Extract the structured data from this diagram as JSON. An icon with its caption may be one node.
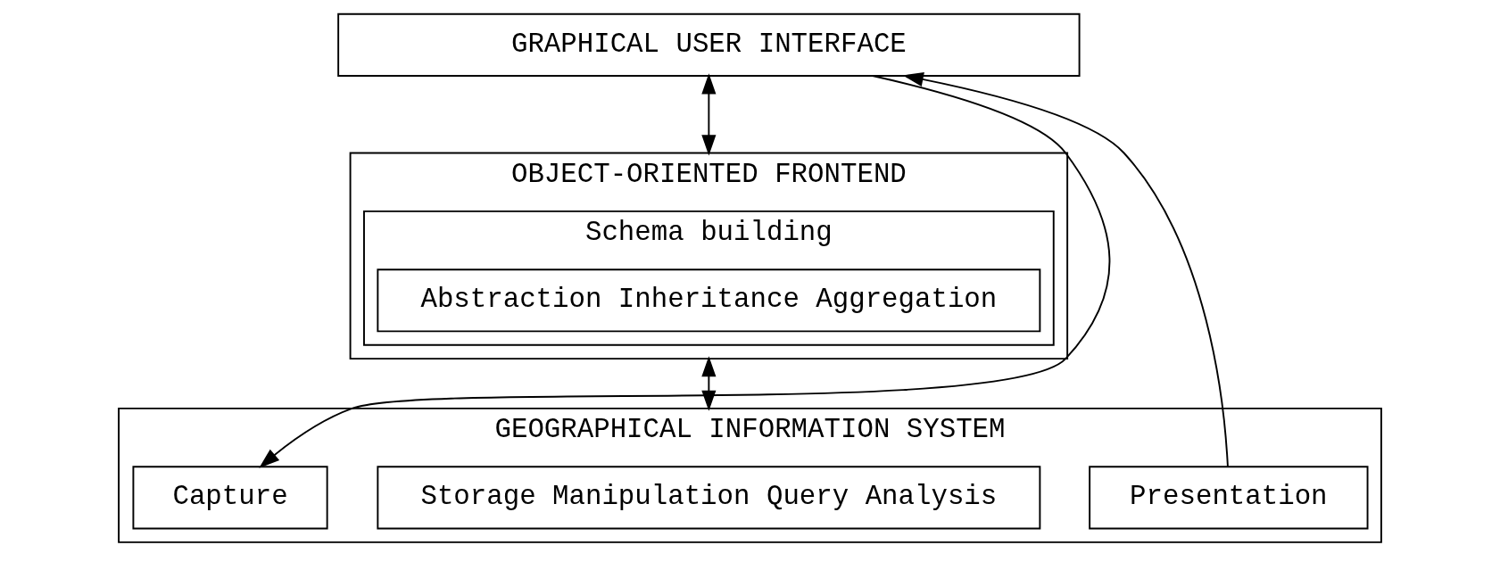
{
  "diagram": {
    "nodes": [
      {
        "text": [
          "GRAPHICAL USER INTERFACE"
        ]
      },
      {
        "text": [
          "OBJECT-ORIENTED FRONTEND"
        ]
      },
      {
        "text": [
          "Schema building"
        ],
        "in": 1
      },
      {
        "text": [
          "Abstraction Inheritance Aggregation"
        ],
        "in": 2
      },
      {
        "text": [
          "GEOGRAPHICAL INFORMATION SYSTEM"
        ]
      },
      {
        "text": [
          "Capture"
        ],
        "in": 4
      },
      {
        "text": [
          "Storage Manipulation Query Analysis"
        ],
        "in": 4
      },
      {
        "text": [
          "Presentation"
        ],
        "in": 4
      }
    ],
    "edges": [
      {
        "from": 0,
        "to": 1,
        "arrow": "both"
      },
      {
        "from": 1,
        "to": 4,
        "arrow": "both"
      },
      {
        "from": 0,
        "to": 5,
        "arrow": "to"
      },
      {
        "from": 7,
        "to": 0,
        "arrow": "to"
      }
    ]
  }
}
